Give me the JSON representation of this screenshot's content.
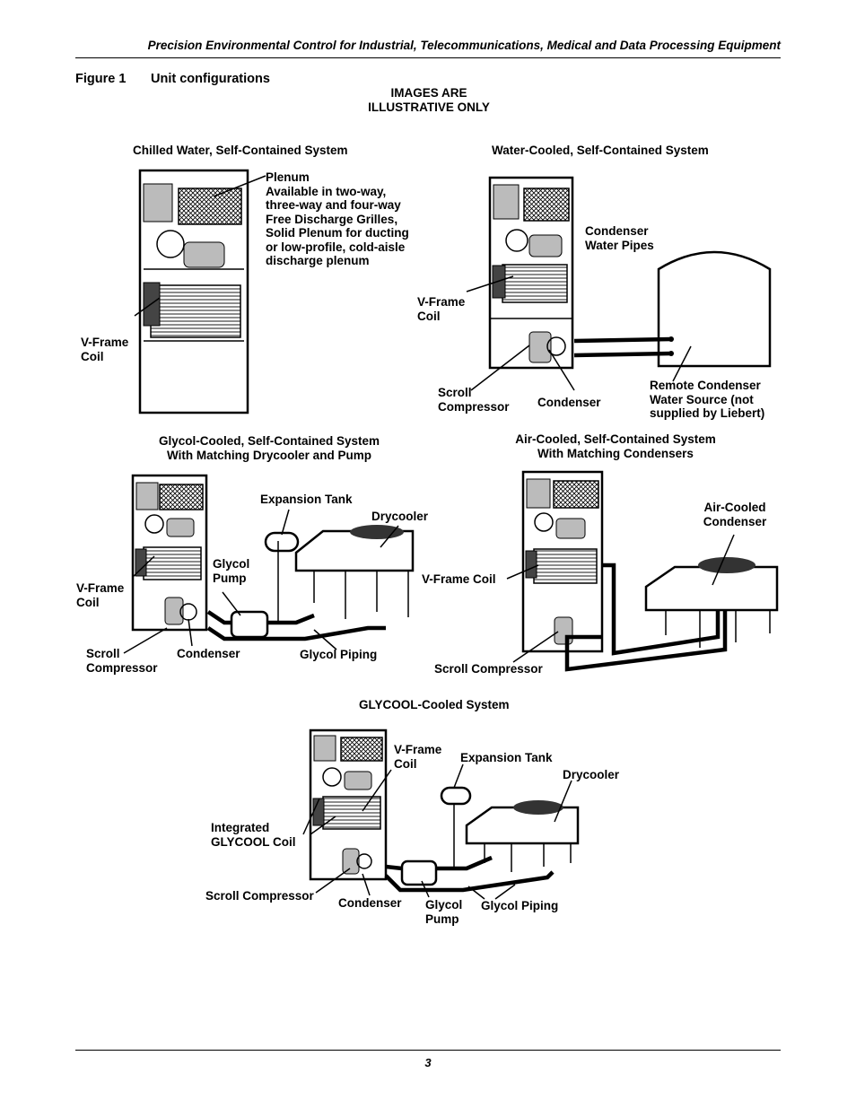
{
  "header": {
    "title": "Precision Environmental Control for Industrial, Telecommunications, Medical and Data Processing Equipment"
  },
  "figure": {
    "number": "Figure 1",
    "title": "Unit configurations",
    "disclaimer": "IMAGES ARE\nILLUSTRATIVE ONLY"
  },
  "panels": {
    "chilled_water": {
      "title": "Chilled Water, Self-Contained System",
      "plenum": "Plenum\nAvailable in two-way,\nthree-way and four-way\nFree Discharge Grilles,\nSolid Plenum for ducting\nor low-profile, cold-aisle\ndischarge plenum",
      "vframe": "V-Frame\nCoil"
    },
    "water_cooled": {
      "title": "Water-Cooled, Self-Contained System",
      "condenser_pipes": "Condenser\nWater Pipes",
      "vframe": "V-Frame\nCoil",
      "scroll": "Scroll\nCompressor",
      "condenser": "Condenser",
      "remote": "Remote Condenser\nWater Source (not\nsupplied by Liebert)"
    },
    "glycol_cooled": {
      "title": "Glycol-Cooled, Self-Contained System\nWith Matching Drycooler and Pump",
      "expansion_tank": "Expansion Tank",
      "drycooler": "Drycooler",
      "glycol_pump": "Glycol\nPump",
      "vframe": "V-Frame\nCoil",
      "scroll": "Scroll\nCompressor",
      "condenser": "Condenser",
      "glycol_piping": "Glycol Piping"
    },
    "air_cooled": {
      "title": "Air-Cooled, Self-Contained System\nWith Matching Condensers",
      "air_condenser": "Air-Cooled\nCondenser",
      "vframe": "V-Frame Coil",
      "scroll": "Scroll Compressor"
    },
    "glycool": {
      "title": "GLYCOOL-Cooled System",
      "vframe": "V-Frame\nCoil",
      "expansion_tank": "Expansion Tank",
      "drycooler": "Drycooler",
      "integrated": "Integrated\nGLYCOOL Coil",
      "scroll": "Scroll Compressor",
      "condenser": "Condenser",
      "glycol_pump": "Glycol\nPump",
      "glycol_piping": "Glycol Piping"
    }
  },
  "footer": {
    "page_number": "3"
  }
}
